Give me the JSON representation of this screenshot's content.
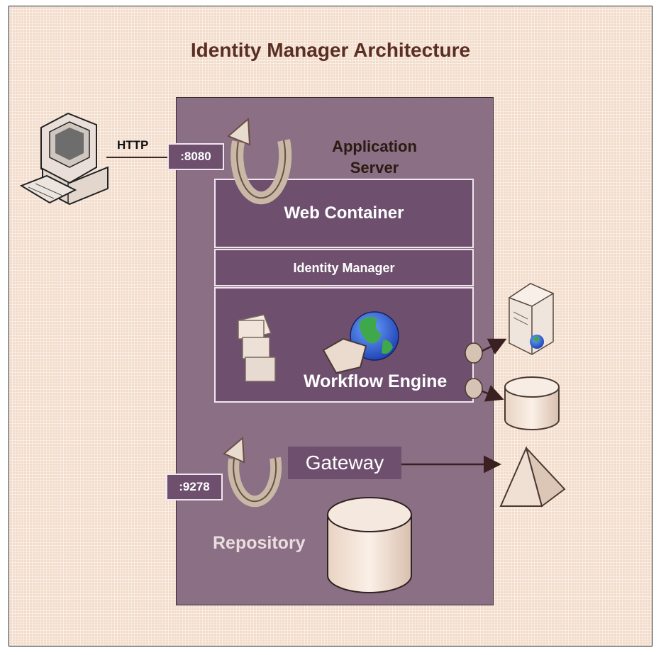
{
  "title": "Identity Manager Architecture",
  "application_server": {
    "line1": "Application",
    "line2": "Server"
  },
  "protocol": "HTTP",
  "ports": {
    "http": ":8080",
    "gateway": ":9278"
  },
  "layers": {
    "web_container": "Web Container",
    "identity_manager": "Identity Manager",
    "workflow_engine": "Workflow Engine"
  },
  "gateway": "Gateway",
  "repository": "Repository",
  "icons": [
    "computer-icon",
    "refresh-icon",
    "document-stack-icon",
    "globe-icon",
    "server-icon",
    "database-icon",
    "pyramid-icon"
  ],
  "colors": {
    "background": "#f3dccb",
    "server": "#8b6f84",
    "layer": "#6e4f6e",
    "title": "#5a2e22"
  }
}
